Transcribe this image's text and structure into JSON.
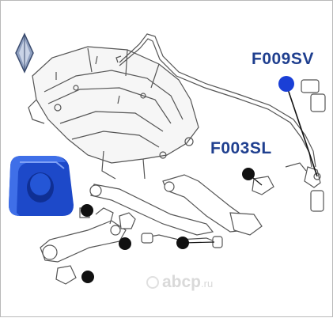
{
  "labels": {
    "part_1": "F009SV",
    "part_2": "F003SL"
  },
  "watermark": {
    "brand": "abcp",
    "domain": ".ru"
  },
  "colors": {
    "label_text": "#1f3f8f",
    "callout_marker": "#1a3fd6",
    "bushing_blue": "#2456d6",
    "drawing_line": "#555555",
    "watermark": "#d9d9d9"
  },
  "icons": {
    "brand_logo": "subaru-star-logo",
    "markers": "black-dot-markers"
  }
}
